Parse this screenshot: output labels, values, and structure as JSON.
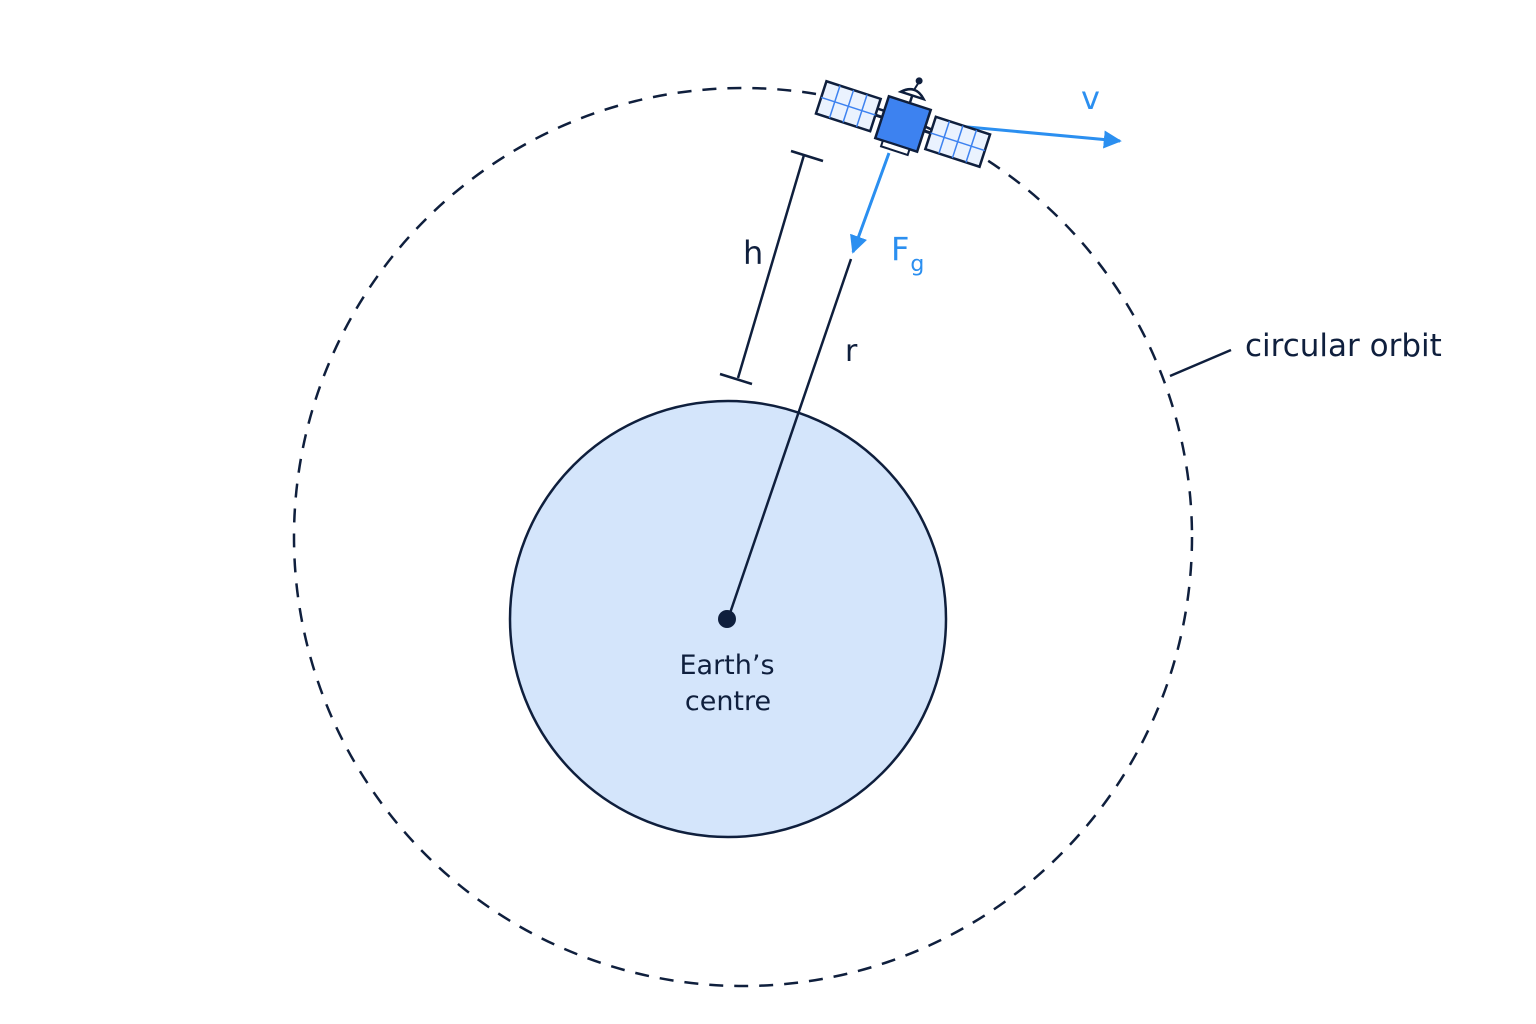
{
  "labels": {
    "velocity": "v",
    "force_main": "F",
    "force_sub": "g",
    "height": "h",
    "radius": "r",
    "orbit": "circular orbit",
    "earth_line1": "Earth’s",
    "earth_line2": "centre"
  },
  "icons": {
    "satellite": "satellite-icon"
  },
  "colors": {
    "ink": "#0f1f3d",
    "accent_blue": "#2b8ff0",
    "earth_fill": "#d4e5fb",
    "satellite_body": "#3d82f0",
    "panel_fill": "#eaf2fe"
  }
}
